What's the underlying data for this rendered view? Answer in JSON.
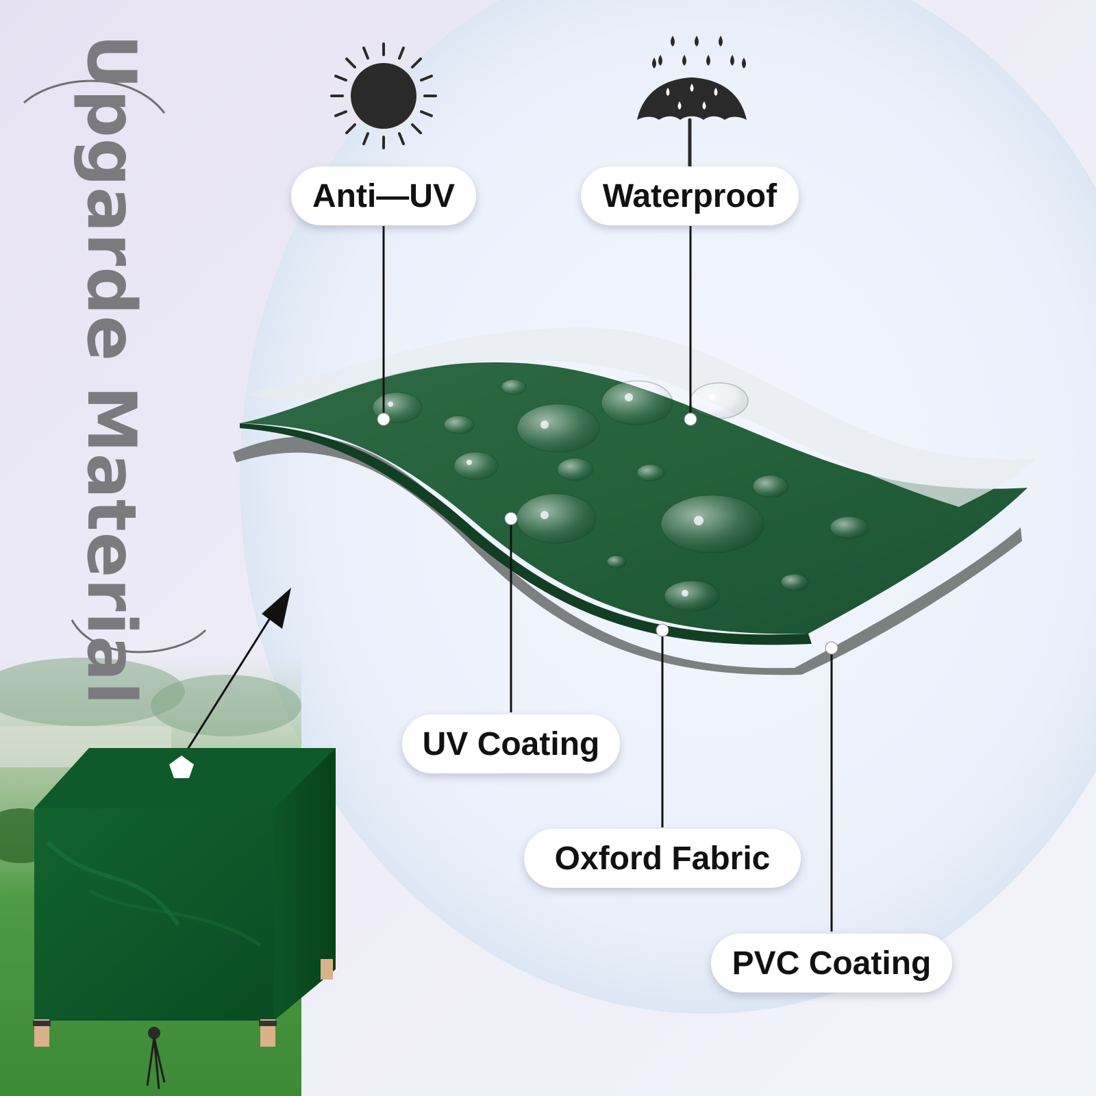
{
  "title": "Upgarde Material",
  "features": {
    "anti_uv": "Anti—UV",
    "waterproof": "Waterproof"
  },
  "layers": {
    "uv_coating": "UV Coating",
    "oxford_fabric": "Oxford Fabric",
    "pvc_coating": "PVC Coating"
  },
  "icons": {
    "sun": "sun-icon",
    "rain_umbrella": "umbrella-rain-icon"
  },
  "colors": {
    "fabric_green": "#1f5a34",
    "cover_green": "#0f5a2c",
    "pvc_grey": "#7c7f80",
    "title_grey": "#7b7b7f",
    "icon_dark": "#2a2a2a"
  }
}
